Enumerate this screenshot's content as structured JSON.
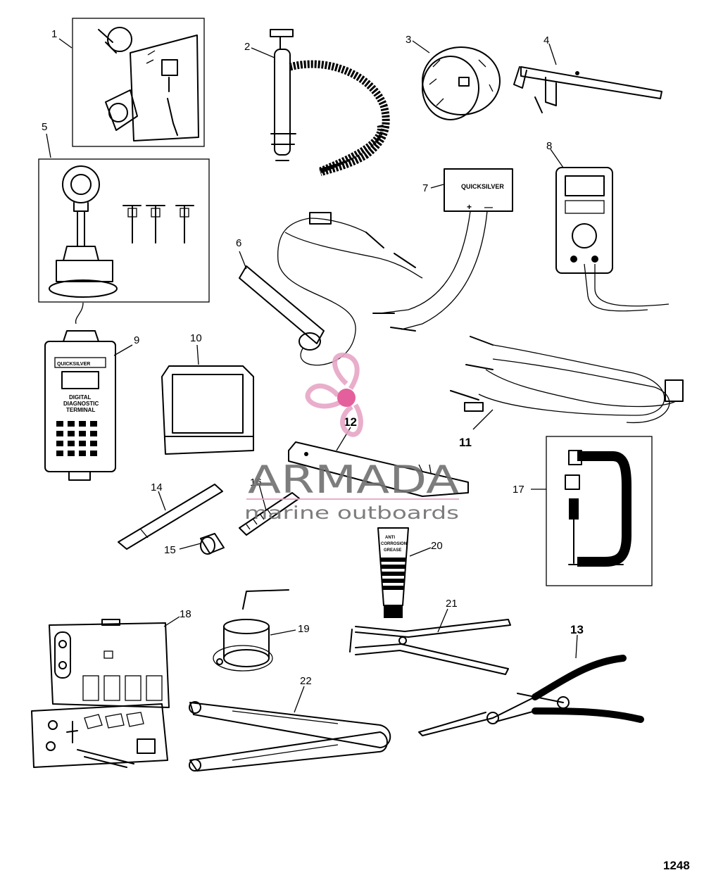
{
  "callouts": {
    "c1": "1",
    "c2": "2",
    "c3": "3",
    "c4": "4",
    "c5": "5",
    "c6": "6",
    "c7": "7",
    "c8": "8",
    "c9": "9",
    "c10": "10",
    "c11": "11",
    "c12": "12",
    "c13": "13",
    "c14": "14",
    "c15": "15",
    "c16": "16",
    "c17": "17",
    "c18": "18",
    "c19": "19",
    "c20": "20",
    "c21": "21",
    "c22": "22"
  },
  "device_labels": {
    "quicksilver_box": "QUICKSILVER",
    "plus": "+",
    "minus": "—",
    "terminal_brand": "QUICKSILVER",
    "terminal_line1": "DIGITAL",
    "terminal_line2": "DIAGNOSTIC",
    "terminal_line3": "TERMINAL",
    "tube_line1": "ANTI",
    "tube_line2": "CORROSION",
    "tube_line3": "GREASE"
  },
  "watermark": {
    "brand": "ARMADA",
    "tagline": "marine outboards",
    "logo_color": "#e7a6c6",
    "logo_center_color": "#e04f93"
  },
  "page_number": "1248"
}
